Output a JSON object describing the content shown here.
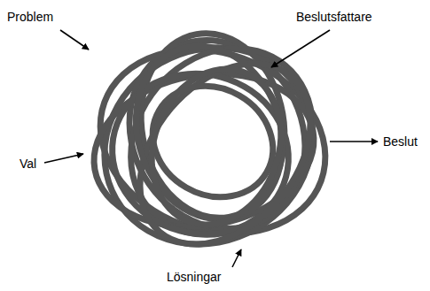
{
  "diagram": {
    "labels": [
      "Problem",
      "Beslutsfattare",
      "Val",
      "Lösningar",
      "Beslut"
    ]
  }
}
